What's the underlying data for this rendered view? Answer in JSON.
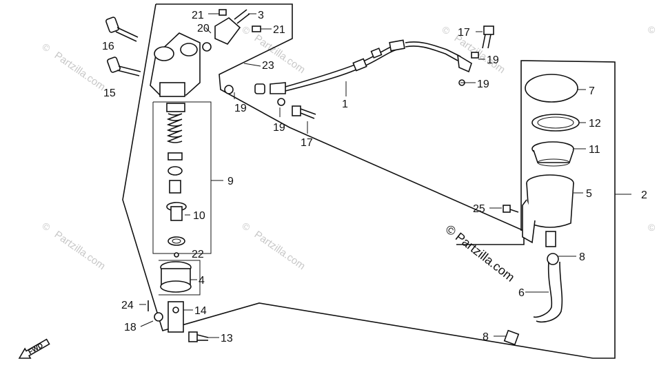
{
  "watermark": {
    "text": "Partzilla.com",
    "copyright_symbol": "©"
  },
  "main_watermark": "© Partzilla.com",
  "fwd_label": "FWD",
  "callouts": {
    "c1": "1",
    "c2": "2",
    "c3": "3",
    "c4": "4",
    "c5": "5",
    "c6": "6",
    "c7": "7",
    "c8a": "8",
    "c8b": "8",
    "c9": "9",
    "c10": "10",
    "c11": "11",
    "c12": "12",
    "c13": "13",
    "c14": "14",
    "c15": "15",
    "c16": "16",
    "c17a": "17",
    "c17b": "17",
    "c18": "18",
    "c19a": "19",
    "c19b": "19",
    "c19c": "19",
    "c19d": "19",
    "c20": "20",
    "c21a": "21",
    "c21b": "21",
    "c22": "22",
    "c23": "23",
    "c24": "24",
    "c25": "25"
  }
}
